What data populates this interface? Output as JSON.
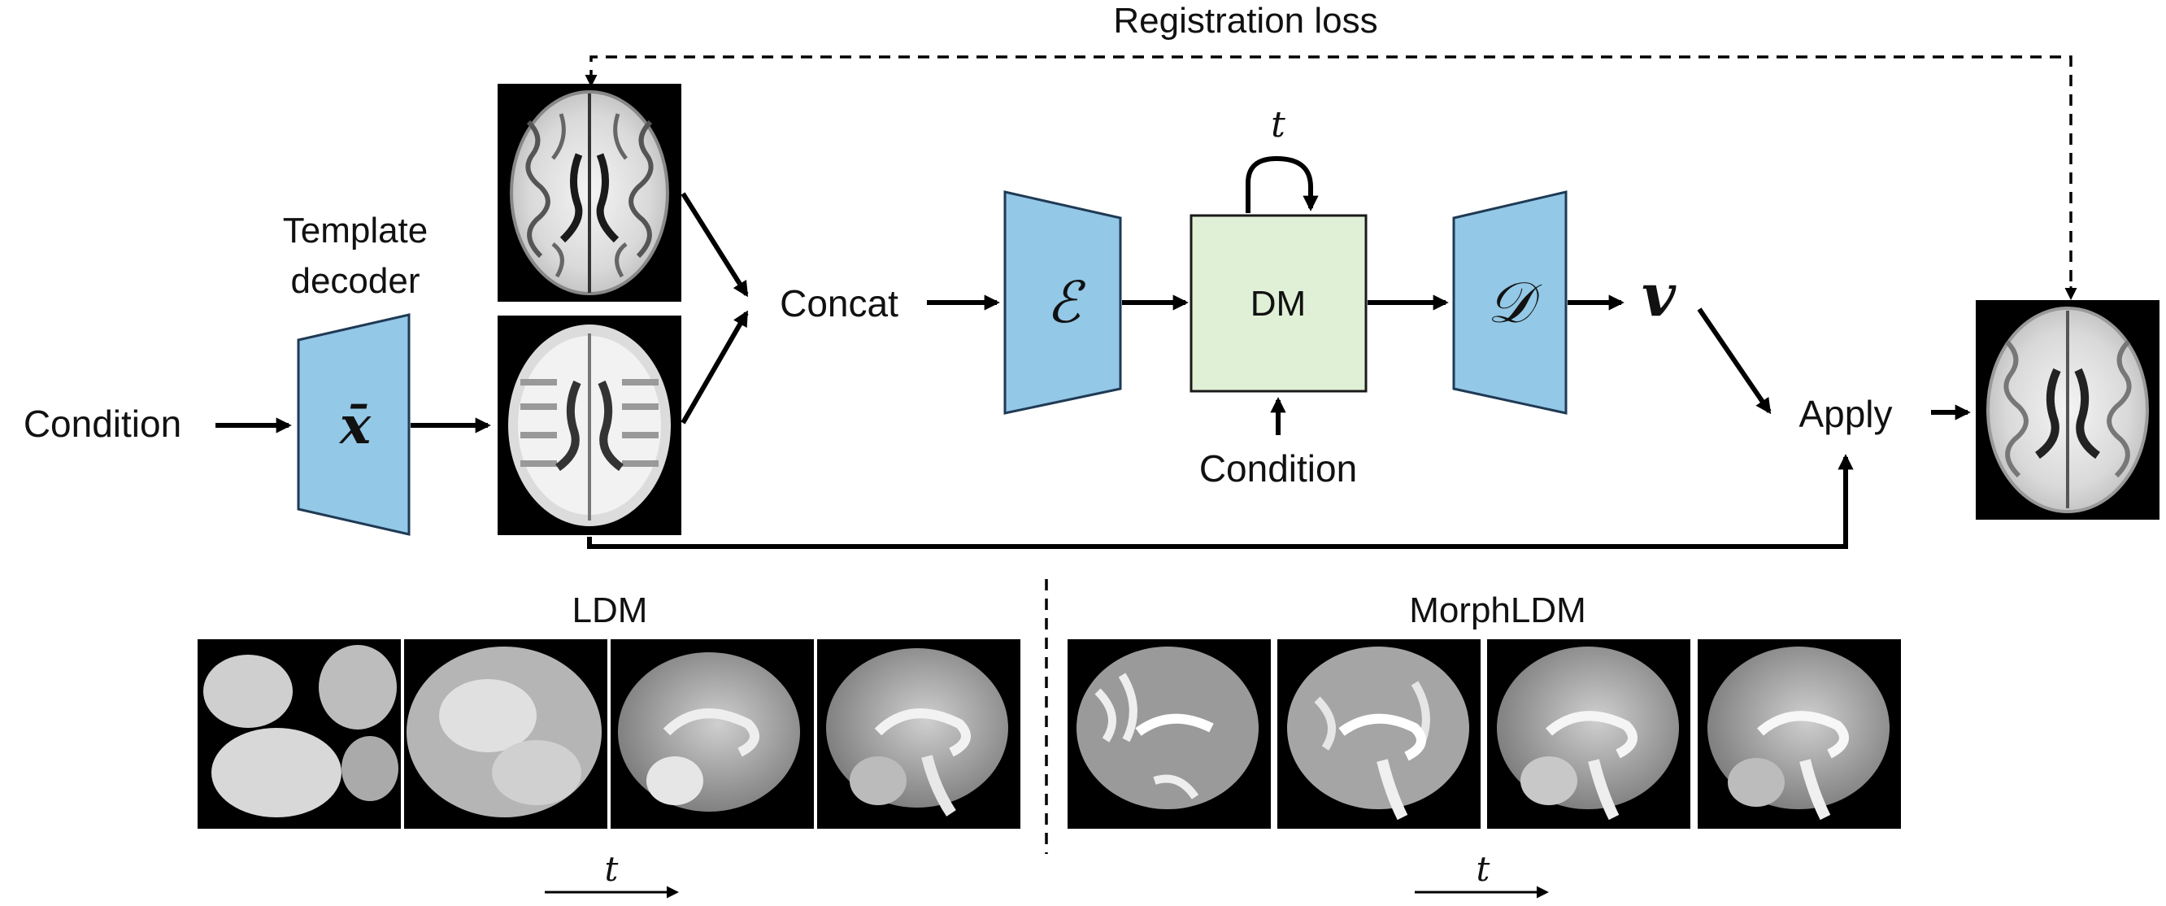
{
  "top": {
    "registration_loss": "Registration loss",
    "template_decoder_line1": "Template",
    "template_decoder_line2": "decoder",
    "condition_left": "Condition",
    "template_symbol": "x̄",
    "concat": "Concat",
    "encoder_symbol": "ℰ",
    "dm": "DM",
    "t_loop": "t",
    "condition_dm": "Condition",
    "decoder_symbol": "𝒟",
    "velocity_symbol": "v",
    "apply": "Apply"
  },
  "bottom": {
    "ldm_title": "LDM",
    "morph_title": "MorphLDM",
    "ldm_t": "t",
    "morph_t": "t"
  },
  "colors": {
    "block_blue": "#93c8e6",
    "dm_green": "#e0f0d6",
    "stroke": "#1f3a55",
    "brain_bg": "#000000"
  }
}
